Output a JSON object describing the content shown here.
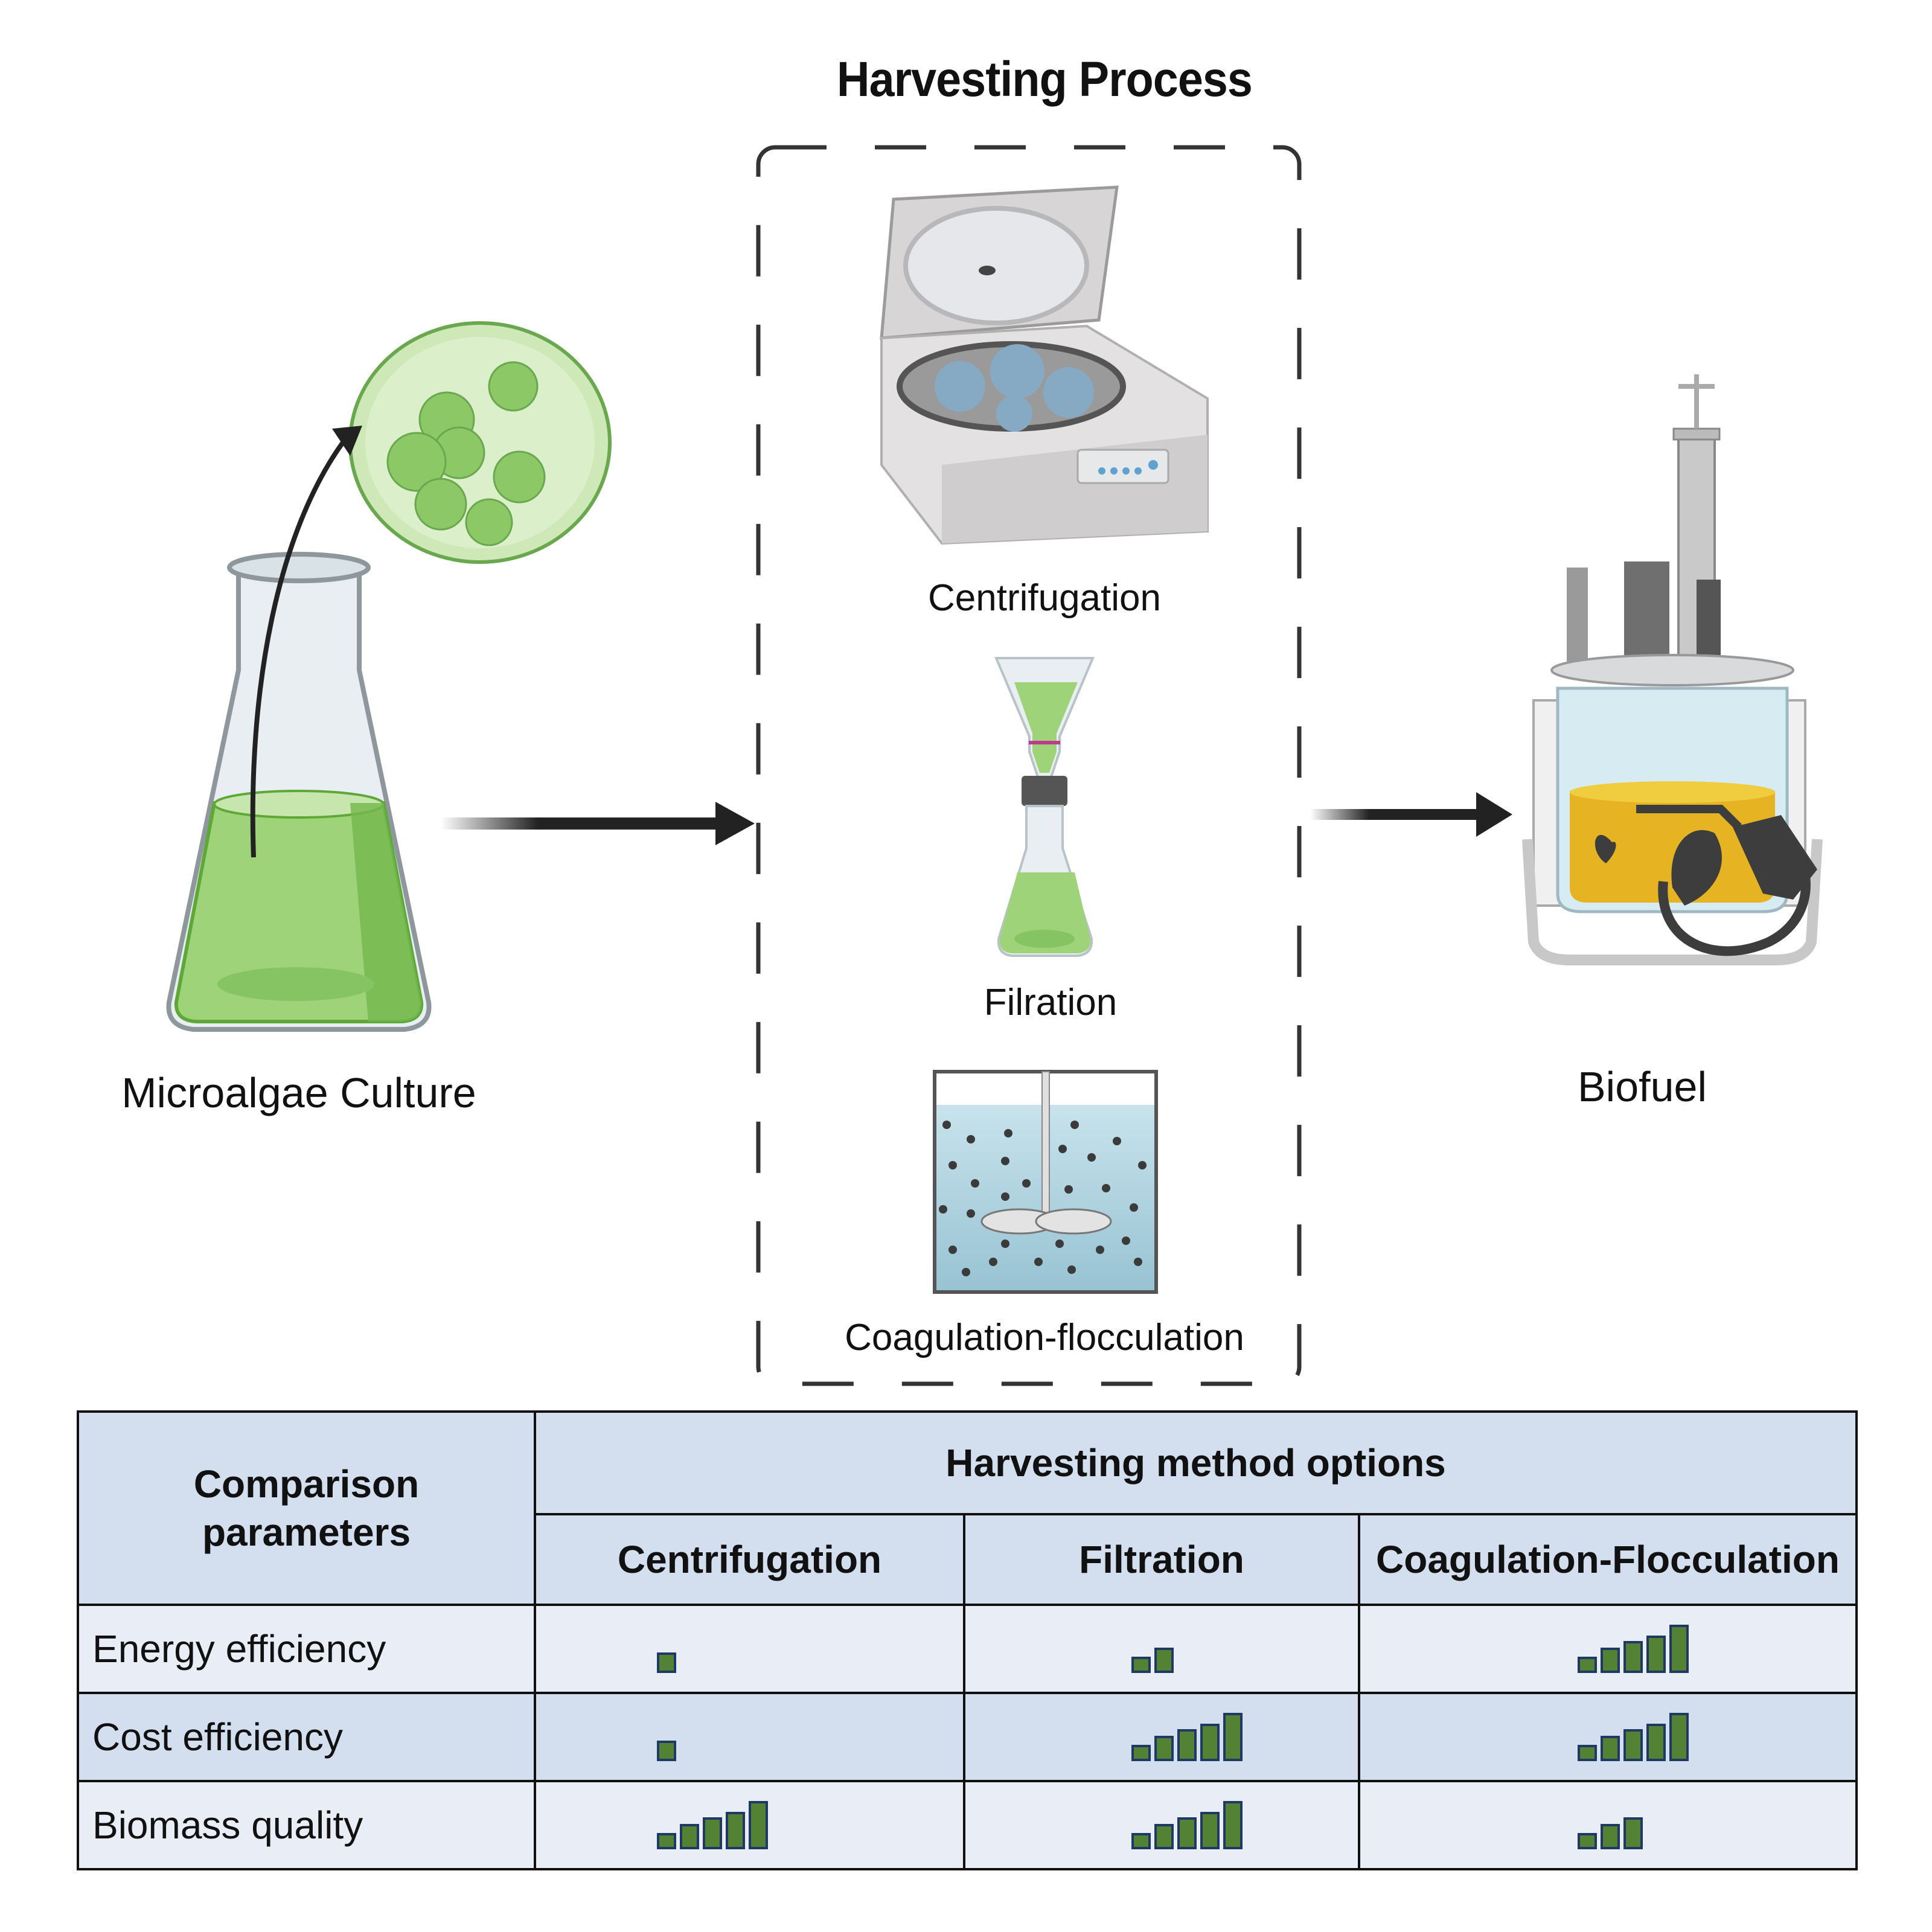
{
  "diagram": {
    "title": "Harvesting Process",
    "stages": {
      "source": {
        "label": "Microalgae Culture",
        "icon": "culture-flask-icon"
      },
      "methods": [
        {
          "label": "Centrifugation",
          "icon": "centrifuge-icon"
        },
        {
          "label": "Filration",
          "icon": "vacuum-filtration-icon"
        },
        {
          "label": "Coagulation-flocculation",
          "icon": "flocculation-tank-icon"
        }
      ],
      "product": {
        "label": "Biofuel",
        "icon": "bioreactor-fuel-icon"
      }
    },
    "colors": {
      "algae_green": "#8cc866",
      "fuel_yellow": "#e6b423",
      "water_blue": "#b3dbe6",
      "arrow": "#222222"
    }
  },
  "table": {
    "corner_header": "Comparison parameters",
    "group_header": "Harvesting method options",
    "columns": [
      "Centrifugation",
      "Filtration",
      "Coagulation-Flocculation"
    ],
    "rating_scale_max": 5,
    "rows": [
      {
        "parameter": "Energy efficiency",
        "ratings": [
          1,
          2,
          5
        ]
      },
      {
        "parameter": "Cost efficiency",
        "ratings": [
          1,
          5,
          5
        ]
      },
      {
        "parameter": "Biomass quality",
        "ratings": [
          5,
          5,
          3
        ]
      }
    ],
    "colors": {
      "header_bg": "#d3deee",
      "row_light_bg": "#e9edf6",
      "bar_fill": "#548235",
      "bar_stroke": "#1f3864"
    }
  }
}
